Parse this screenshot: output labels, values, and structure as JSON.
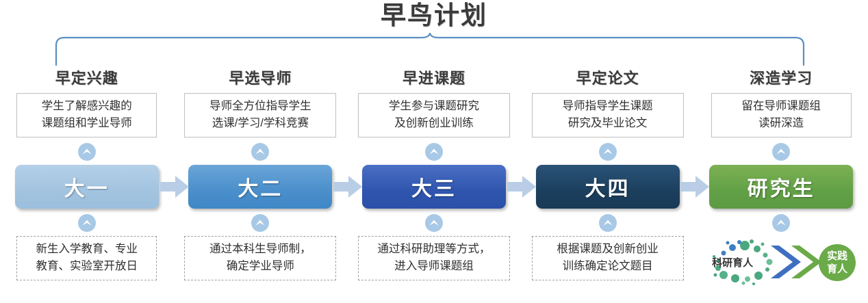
{
  "title": "早鸟计划",
  "bracket": {
    "icon": "curly-brace-bracket",
    "color": "#5b8fc0"
  },
  "columns": [
    {
      "heading": "早定兴趣",
      "top_text": "学生了解感兴趣的\n课题组和学业导师",
      "stage_label": "大一",
      "stage_color": "#a3c4e0",
      "bottom_text": "新生入学教育、专业\n教育、实验室开放日",
      "has_next_arrow": true
    },
    {
      "heading": "早选导师",
      "top_text": "导师全方位指导学生\n选课/学习/学科竞赛",
      "stage_label": "大二",
      "stage_color": "#4a8fcb",
      "bottom_text": "通过本科生导师制，\n确定学业导师",
      "has_next_arrow": true
    },
    {
      "heading": "早进课题",
      "top_text": "学生参与课题研究\n及创新创业训练",
      "stage_label": "大三",
      "stage_color": "#2f55ae",
      "bottom_text": "通过科研助理等方式，\n进入导师课题组",
      "has_next_arrow": true
    },
    {
      "heading": "早定论文",
      "top_text": "导师指导学生课题\n研究及毕业论文",
      "stage_label": "大四",
      "stage_color": "#1c3f5e",
      "bottom_text": "根据课题及创新创业\n训练确定论文题目",
      "has_next_arrow": true
    },
    {
      "heading": "深造学习",
      "top_text": "留在导师课题组\n读研深造",
      "stage_label": "研究生",
      "stage_color": "#62a046",
      "bottom_text": "",
      "has_next_arrow": false
    }
  ],
  "logo": {
    "left_label": "科研育人",
    "right_label_line1": "实践",
    "right_label_line2": "育人",
    "chevron_blue": "#3f6fc0",
    "chevron_green": "#6aaa48",
    "circle_color": "#6aaa48"
  },
  "icons": {
    "stage_badge": "chevron-up-circle-icon",
    "flow_arrow": "arrow-right-icon"
  }
}
